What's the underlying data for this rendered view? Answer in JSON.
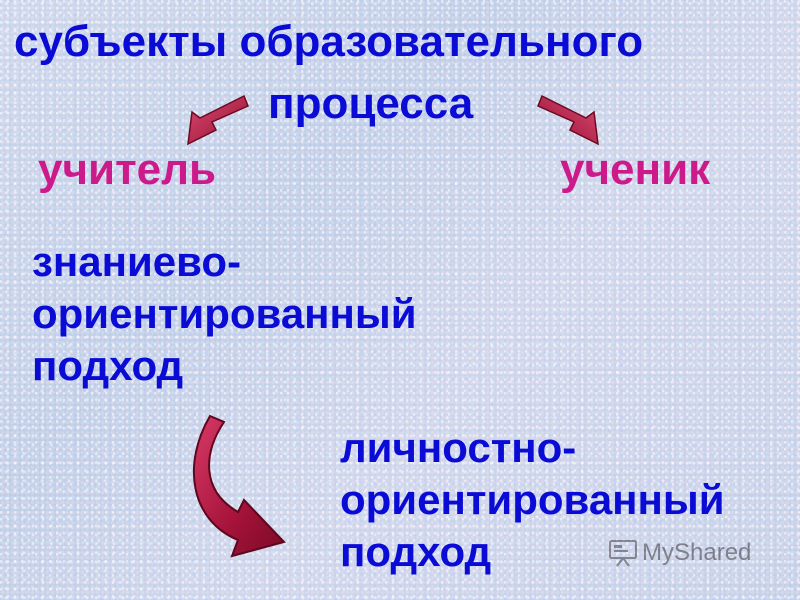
{
  "slide": {
    "title_line_1": "субъекты образовательного",
    "title_line_2": "процесса",
    "teacher": "учитель",
    "student": "ученик",
    "approach_knowledge": {
      "line_1": "знаниево-",
      "line_2": "ориентированный",
      "line_3": "подход"
    },
    "approach_personal": {
      "line_1": "личностно-",
      "line_2": "ориентированный",
      "line_3": "подход"
    }
  },
  "watermark": {
    "text": "MyShared",
    "icon": "presentation-board-icon"
  },
  "colors": {
    "title": "#0b0bd6",
    "accent_pink": "#cc1a8a",
    "arrow": "#b0153f",
    "background": "#c3cfe6"
  }
}
